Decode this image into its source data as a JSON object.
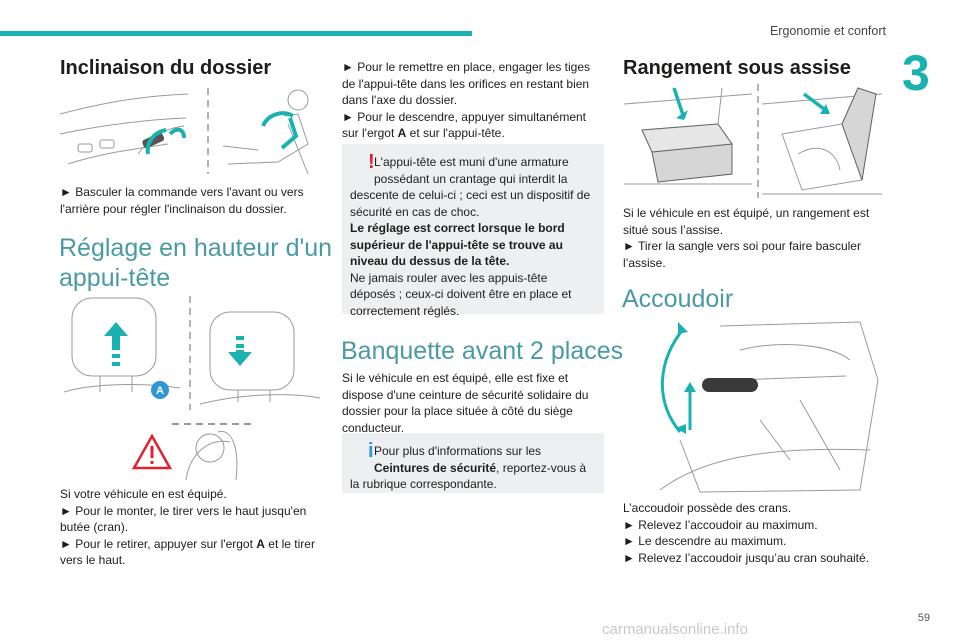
{
  "header": {
    "section": "Ergonomie et confort",
    "chapter": "3",
    "page": "59"
  },
  "col1": {
    "title1": "Inclinaison du dossier",
    "text1": "► Basculer la commande vers l'avant ou vers l'arrière pour régler l'inclinaison du dossier.",
    "title2_line1": "Réglage en hauteur d'un",
    "title2_line2": "appui-tête",
    "label_a": "A",
    "text2_l1": "Si votre véhicule en est équipé.",
    "text2_l2": "► Pour le monter, le tirer vers le haut jusqu'en",
    "text2_l3": "butée (cran).",
    "text2_l4a": "► Pour le retirer, appuyer sur l'ergot ",
    "text2_l4b": "A",
    "text2_l4c": " et le tirer",
    "text2_l5": "vers le haut."
  },
  "col2": {
    "text1_l1": "► Pour le remettre en place, engager les tiges",
    "text1_l2": "de l'appui-tête dans les orifices en restant bien",
    "text1_l3": "dans l'axe du dossier.",
    "text1_l4": "► Pour le descendre, appuyer simultanément",
    "text1_l5a": "sur l'ergot ",
    "text1_l5b": "A",
    "text1_l5c": " et sur l'appui-tête.",
    "warn_l1": "L'appui-tête est muni d'une armature",
    "warn_l2": "possédant un crantage qui interdit la",
    "warn_l3": "descente de celui-ci ; ceci est un dispositif de",
    "warn_l4": "sécurité en cas de choc.",
    "warn_b1": "Le réglage est correct lorsque le bord",
    "warn_b2": "supérieur de l'appui-tête se trouve au",
    "warn_b3": "niveau du dessus de la tête.",
    "warn_l5": "Ne jamais rouler avec les appuis-tête",
    "warn_l6": "déposés ; ceux-ci doivent être en place et",
    "warn_l7": "correctement réglés.",
    "title": "Banquette avant 2 places",
    "text2_l1": "Si le véhicule en est équipé, elle est fixe et",
    "text2_l2": "dispose d'une ceinture de sécurité solidaire du",
    "text2_l3": "dossier pour la place située à côté du siège",
    "text2_l4": "conducteur.",
    "info_l1": "Pour plus d'informations sur les",
    "info_b": "Ceintures de sécurité",
    "info_l2b": ", reportez-vous à",
    "info_l3": "la rubrique correspondante."
  },
  "col3": {
    "title1": "Rangement sous assise",
    "text1_l1": "Si le véhicule en est équipé, un rangement est",
    "text1_l2": "situé sous l’assise.",
    "text1_l3": "► Tirer la sangle vers soi pour faire basculer",
    "text1_l4": "l’assise.",
    "title2": "Accoudoir",
    "text2_l1": "L’accoudoir possède des crans.",
    "text2_l2": "► Relevez l’accoudoir au maximum.",
    "text2_l3": "► Le descendre au maximum.",
    "text2_l4": "► Relevez l’accoudoir jusqu’au cran souhaité."
  },
  "watermark": "carmanualsonline.info",
  "colors": {
    "accent": "#1ab2b0",
    "heading": "#4a9aa6",
    "warning": "#e4202e",
    "info": "#2f96d3"
  }
}
